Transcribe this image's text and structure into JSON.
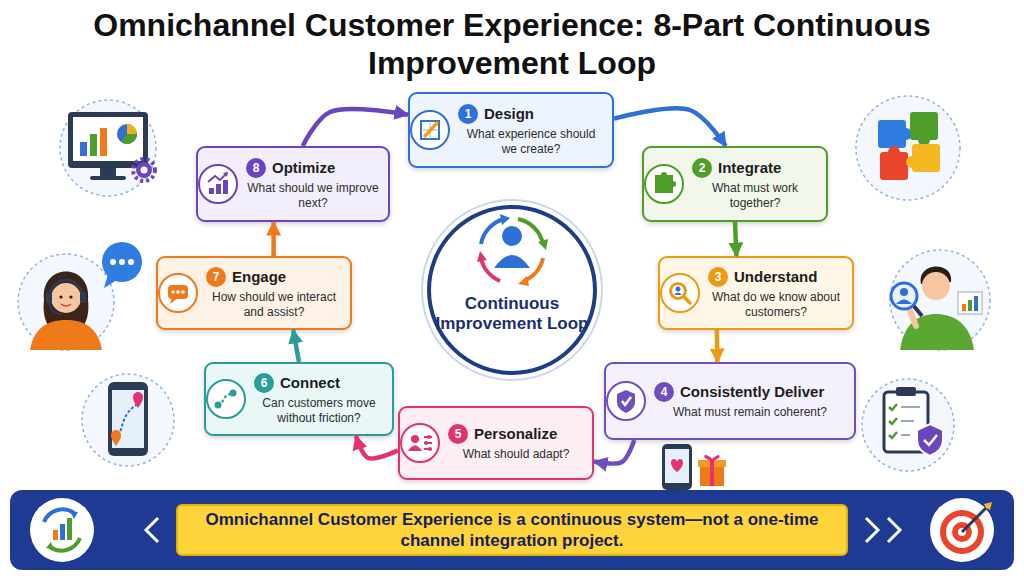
{
  "diagram": {
    "title": "Omnichannel Customer Experience: 8-Part Continuous Improvement Loop",
    "nodes": [
      {
        "text": [
          "1",
          "Design",
          "What experience should we create?"
        ]
      },
      {
        "text": [
          "2",
          "Integrate",
          "What must work together?"
        ]
      },
      {
        "text": [
          "3",
          "Understand",
          "What do we know about customers?"
        ]
      },
      {
        "text": [
          "4",
          "Consistently Deliver",
          "What must remain coherent?"
        ]
      },
      {
        "text": [
          "5",
          "Personalize",
          "What should adapt?"
        ]
      },
      {
        "text": [
          "6",
          "Connect",
          "Can customers move without friction?"
        ]
      },
      {
        "text": [
          "7",
          "Engage",
          "How should we interact and assist?"
        ]
      },
      {
        "text": [
          "8",
          "Optimize",
          "What should we improve next?"
        ]
      },
      {
        "text": [
          "Continuous Improvement Loop"
        ]
      },
      {
        "text": [
          "Omnichannel Customer Experience is a continuous system—not a one-time channel integration project."
        ]
      }
    ],
    "edges": [
      {
        "from": 0,
        "to": 1,
        "arrow": "to"
      },
      {
        "from": 1,
        "to": 2,
        "arrow": "to"
      },
      {
        "from": 2,
        "to": 3,
        "arrow": "to"
      },
      {
        "from": 3,
        "to": 4,
        "arrow": "to"
      },
      {
        "from": 4,
        "to": 5,
        "arrow": "to"
      },
      {
        "from": 5,
        "to": 6,
        "arrow": "to"
      },
      {
        "from": 6,
        "to": 7,
        "arrow": "to"
      },
      {
        "from": 7,
        "to": 0,
        "arrow": "to"
      }
    ]
  }
}
